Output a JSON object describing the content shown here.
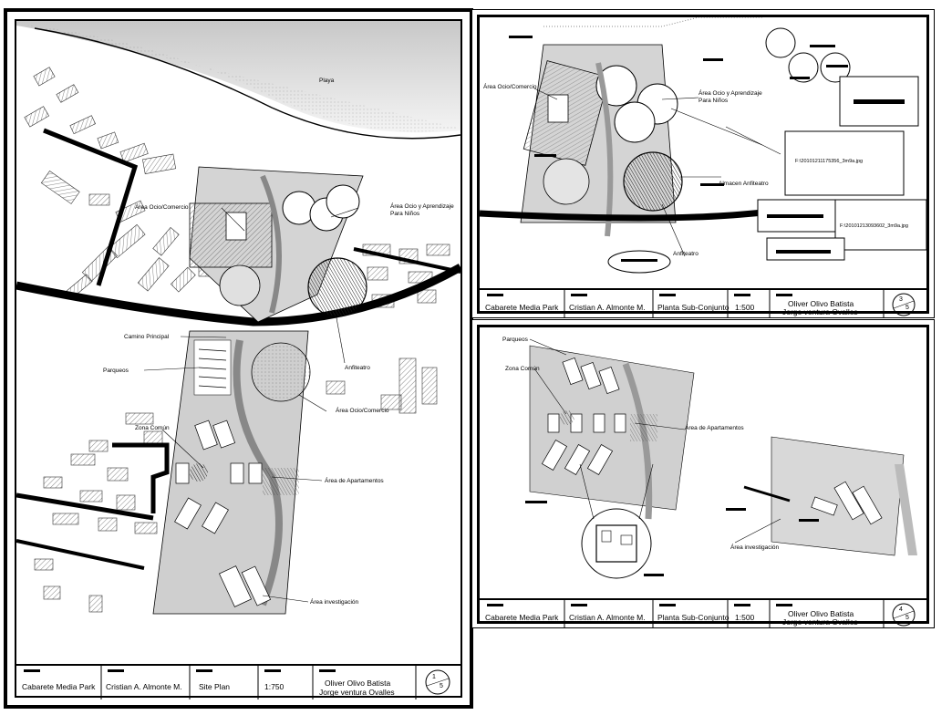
{
  "sheets": [
    {
      "project": "Cabarete Media Park",
      "author": "Cristian A. Almonte M.",
      "drawing": "Site Plan",
      "scale": "1:750",
      "advisor_1": "Oliver Olivo Batista",
      "advisor_2": "Jorge ventura Ovalles",
      "sheet_num": "1",
      "sheet_total": "5",
      "labels": {
        "beach": "Playa",
        "leisure_commerce": "Área Ocio/Comercio",
        "leisure_learning_1": "Área Ocio y Aprendizaje",
        "leisure_learning_2": "Para Niños",
        "amphitheater": "Anfiteatro",
        "main_road": "Camino Principal",
        "parking": "Parqueos",
        "leisure_commerce_2": "Área Ocio/Comercio",
        "common_zone": "Zona Común",
        "apartments": "Área de Apartamentos",
        "research": "Área investigación"
      }
    },
    {
      "project": "Cabarete Media Park",
      "author": "Cristian A. Almonte M.",
      "drawing": "Planta Sub-Conjunto",
      "scale": "1:500",
      "advisor_1": "Oliver Olivo Batista",
      "advisor_2": "Jorge ventura Ovalles",
      "sheet_num": "3",
      "sheet_total": "5",
      "labels": {
        "leisure_commerce": "Área Ocio/Comercio",
        "leisure_learning_1": "Área Ocio y Aprendizaje",
        "leisure_learning_2": "Para Niños",
        "amphitheater_storage": "Almacen Anfiteatro",
        "amphitheater": "Anfiteatro",
        "image_ref_1": "F:\\20101211175356_3m9a.jpg",
        "image_ref_2": "F:\\20101213093602_3m9a.jpg"
      }
    },
    {
      "project": "Cabarete Media Park",
      "author": "Cristian A. Almonte M.",
      "drawing": "Planta Sub-Conjunto",
      "scale": "1:500",
      "advisor_1": "Oliver Olivo Batista",
      "advisor_2": "Jorge ventura Ovalles",
      "sheet_num": "4",
      "sheet_total": "5",
      "labels": {
        "parking": "Parqueos",
        "common_zone": "Zona Común",
        "apartments": "Área de Apartamentos",
        "research": "Área investigación"
      }
    }
  ]
}
